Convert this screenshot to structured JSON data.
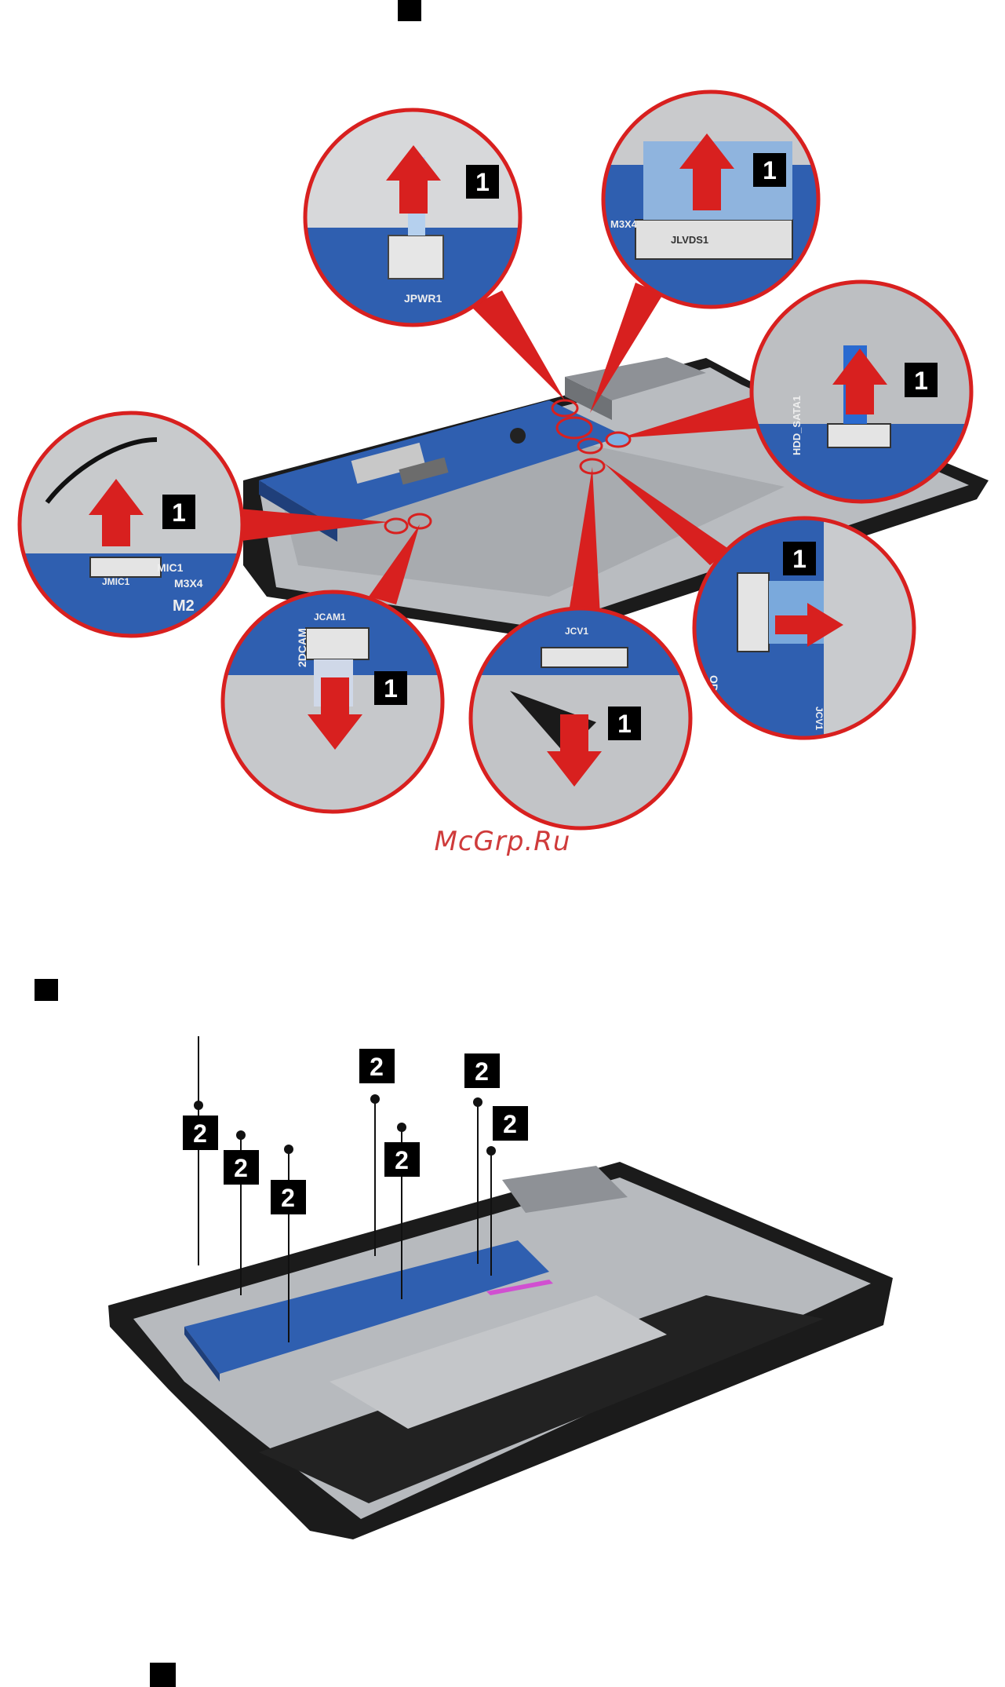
{
  "watermark": "McGrp.Ru",
  "figure1": {
    "callout_number": "1",
    "callout_count": 7,
    "connector_labels": {
      "c1_board": "JPWR1",
      "c2_board": "JLVDS1",
      "c2_screw": "M3X4",
      "c3_board": "HDD_SATA1",
      "c4_board": "JMIC1",
      "c4_mic": "MIC1",
      "c4_screw": "M3X4",
      "c4_size": "M2",
      "c5_board": "JCAM1",
      "c5_side": "2DCAM",
      "c6_board": "JCV1",
      "c7_board": "ODD",
      "c7_board2": "JCV1"
    }
  },
  "figure2": {
    "screw_callout_number": "2",
    "screw_count": 7
  },
  "colors": {
    "callout_red": "#d8201f",
    "board_blue": "#2f5fb0",
    "chassis_gray": "#b9bcc0",
    "bezel_black": "#1b1b1b",
    "watermark": "#cf3b3b"
  }
}
